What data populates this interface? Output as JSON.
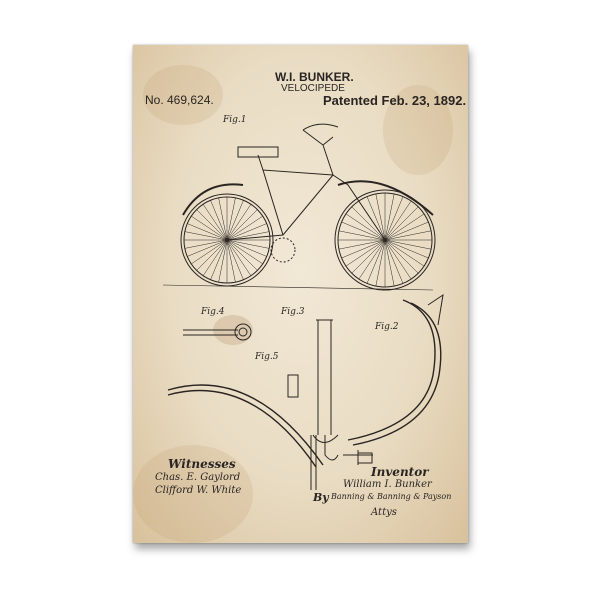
{
  "patent": {
    "inventor_name": "W.I. BUNKER.",
    "title": "VELOCIPEDE",
    "number": "No. 469,624.",
    "date": "Patented Feb. 23, 1892."
  },
  "figures": [
    "Fig.1",
    "Fig.2",
    "Fig.3",
    "Fig.4",
    "Fig.5"
  ],
  "witnesses": {
    "heading": "Witnesses",
    "signatures": [
      "Chas. E. Gaylord",
      "Clifford W. White"
    ]
  },
  "inventor": {
    "heading": "Inventor",
    "name": "William I. Bunker",
    "by": "By",
    "attorneys_signature": "Banning & Banning & Payson",
    "attys": "Attys"
  },
  "colors": {
    "paper": "#ebdfc8",
    "ink": "#2a2522"
  }
}
